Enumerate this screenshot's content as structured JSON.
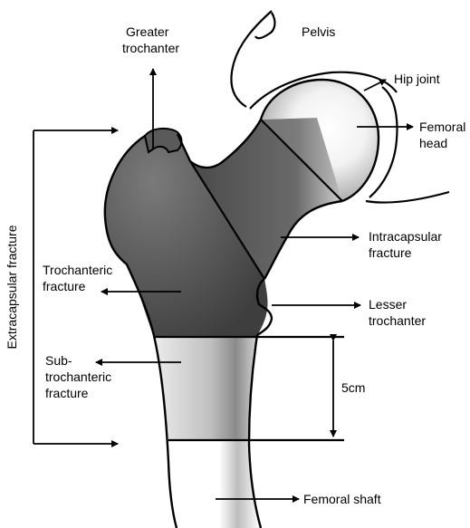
{
  "labels": {
    "greater_trochanter": [
      "Greater",
      "trochanter"
    ],
    "pelvis": "Pelvis",
    "hip_joint": "Hip joint",
    "femoral_head": [
      "Femoral",
      "head"
    ],
    "intracapsular_fracture": [
      "Intracapsular",
      "fracture"
    ],
    "extracapsular_fracture": "Extracapsular fracture",
    "trochanteric_fracture": [
      "Trochanteric",
      "fracture"
    ],
    "lesser_trochanter": [
      "Lesser",
      "trochanter"
    ],
    "subtrochanteric_fracture": [
      "Sub-",
      "trochanteric",
      "fracture"
    ],
    "measurement": "5cm",
    "femoral_shaft": "Femoral shaft"
  },
  "colors": {
    "trochanteric_region": "#5a5a5a",
    "intracapsular_region": "#6e6e6e",
    "subtrochanteric_region": "#dcdcdc",
    "head_highlight": "#ffffff",
    "outline": "#000000"
  }
}
